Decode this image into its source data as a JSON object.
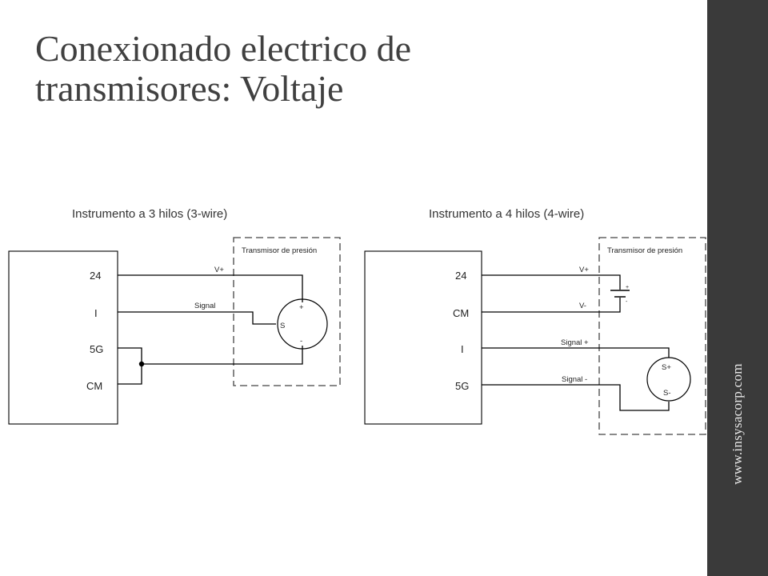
{
  "title": {
    "line1": "Conexionado electrico de",
    "line2": "transmisores: Voltaje"
  },
  "website": "www.insysacorp.com",
  "diagram_3wire": {
    "heading": "Instrumento a 3 hilos (3-wire)",
    "terminals": [
      "24",
      "I",
      "5G",
      "CM"
    ],
    "transmitter_label": "Transmisor de presión",
    "wire_labels": {
      "vplus": "V+",
      "signal": "Signal"
    },
    "sensor_labels": {
      "plus": "+",
      "s": "S",
      "minus": "-"
    }
  },
  "diagram_4wire": {
    "heading": "Instrumento a 4 hilos (4-wire)",
    "terminals": [
      "24",
      "CM",
      "I",
      "5G"
    ],
    "transmitter_label": "Transmisor de presión",
    "wire_labels": {
      "vplus": "V+",
      "vminus": "V-",
      "signal_plus": "Signal +",
      "signal_minus": "Signal -"
    },
    "supply_labels": {
      "plus": "+",
      "minus": "-"
    },
    "sensor_labels": {
      "splus": "S+",
      "sminus": "S-"
    }
  }
}
